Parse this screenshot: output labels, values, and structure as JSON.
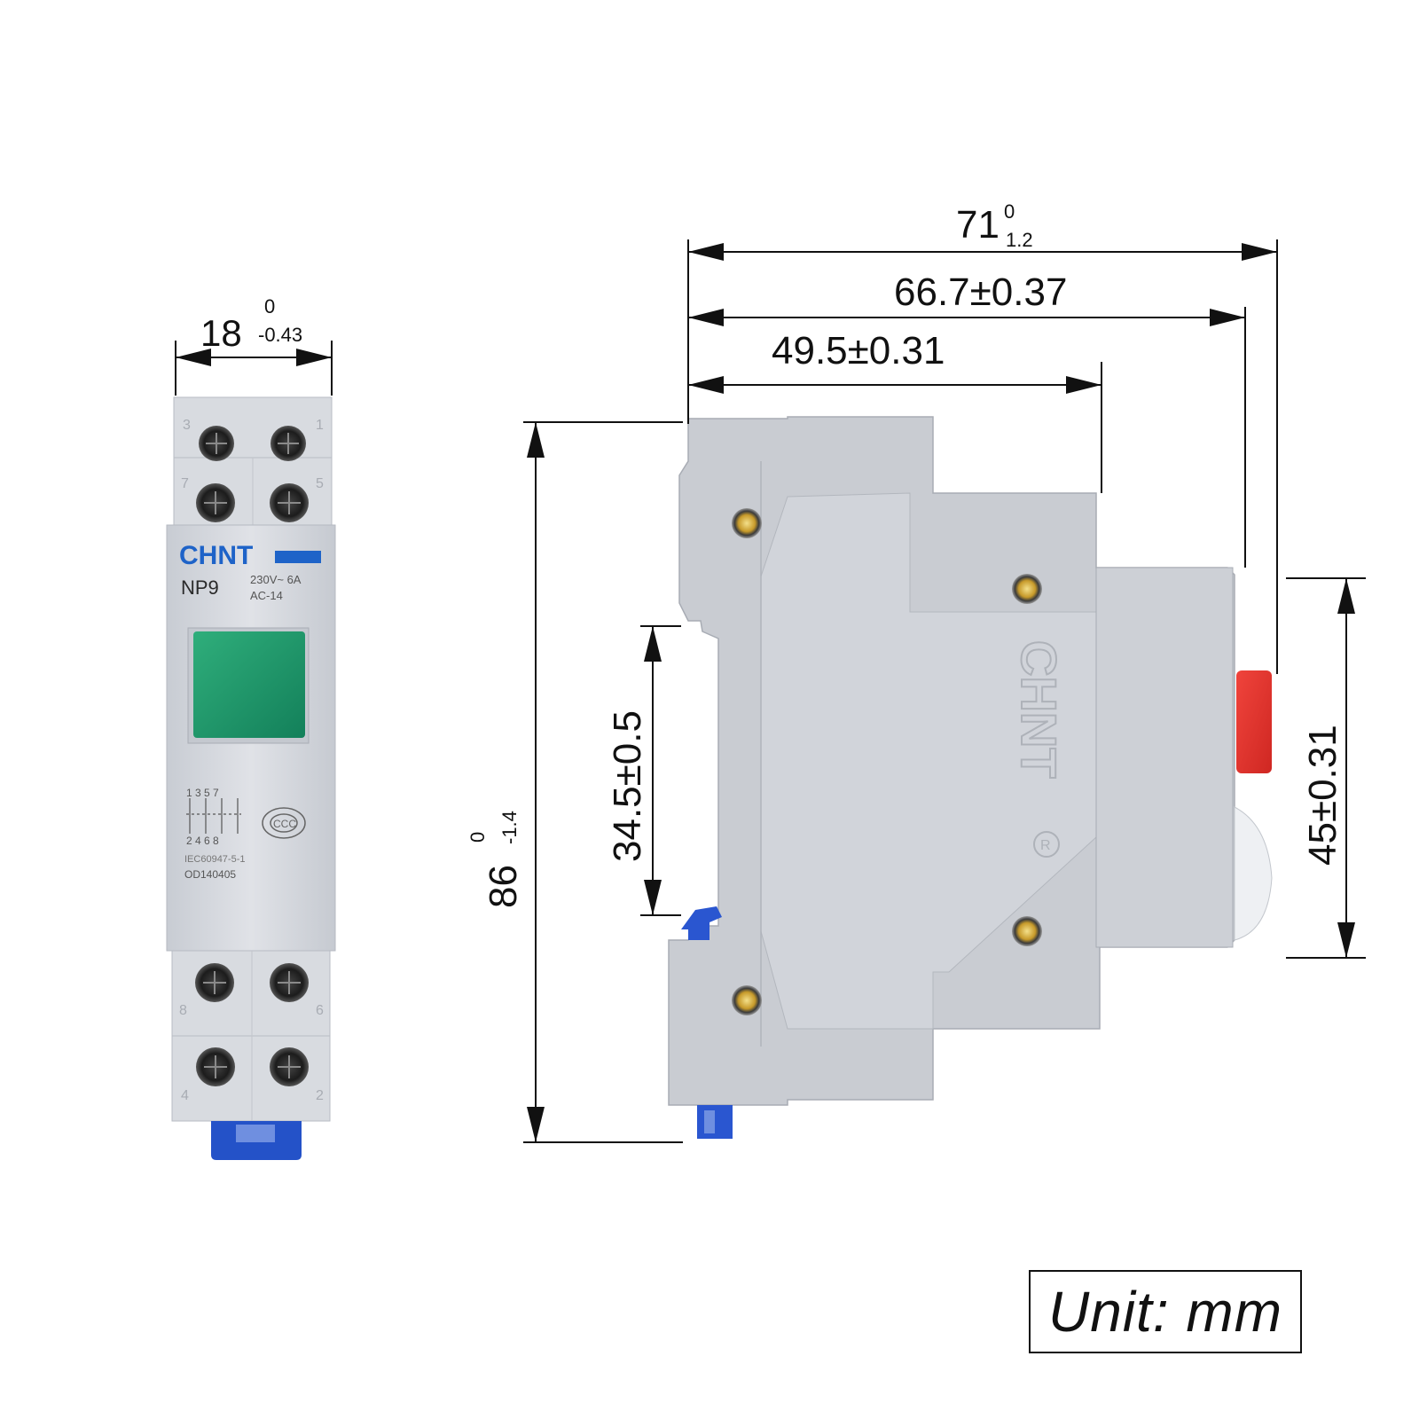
{
  "front_view": {
    "brand": "CHNT",
    "model": "NP9",
    "rating_line1": "230V~ 6A",
    "rating_line2": "AC-14",
    "standard_line1": "IEC60947-5-1",
    "standard_line2": "OD140405",
    "terminal_numbers_top": [
      "3",
      "1",
      "7",
      "5"
    ],
    "terminal_numbers_bottom": [
      "8",
      "6",
      "4",
      "2"
    ],
    "circuit_top_numbers": "1 3 5 7",
    "circuit_bottom_numbers": "2 4 6 8",
    "button_color": "#1f9a6a",
    "body_color": "#d3d6dc",
    "brand_color": "#1e63c8",
    "clip_color": "#2452c8"
  },
  "side_view": {
    "brand": "CHNT",
    "registered_mark": "R",
    "button_color": "#e8332e",
    "body_color": "#c9ccd2",
    "clip_color": "#2a56d0"
  },
  "dimensions": {
    "width_18": {
      "value": "18",
      "upper": "0",
      "lower": "-0.43"
    },
    "overall_71": {
      "value": "71",
      "upper": "0",
      "lower": "1.2"
    },
    "depth_66_7": {
      "value": "66.7±0.37"
    },
    "depth_49_5": {
      "value": "49.5±0.31"
    },
    "height_86": {
      "value": "86",
      "upper": "0",
      "lower": "-1.4"
    },
    "rail_34_5": {
      "value": "34.5±0.5"
    },
    "front_45": {
      "value": "45±0.31"
    }
  },
  "unit_label": "Unit: mm"
}
